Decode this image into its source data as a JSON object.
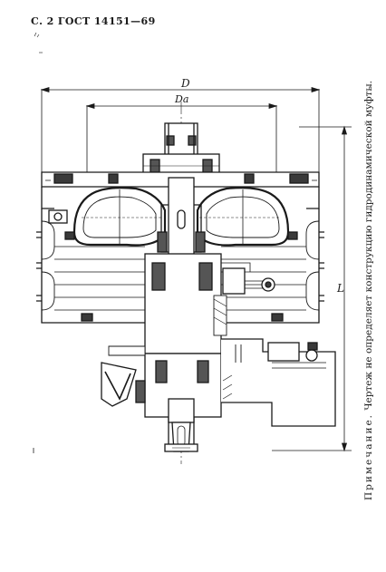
{
  "header": {
    "page_ref": "С. 2 ГОСТ 14151—69"
  },
  "drawing": {
    "dim_D": "D",
    "dim_Da": "Dа",
    "dim_L": "L"
  },
  "note": {
    "lead": "Примечание.",
    "text": "Чертеж не определяет конструкцию гидродинамической муфты."
  }
}
